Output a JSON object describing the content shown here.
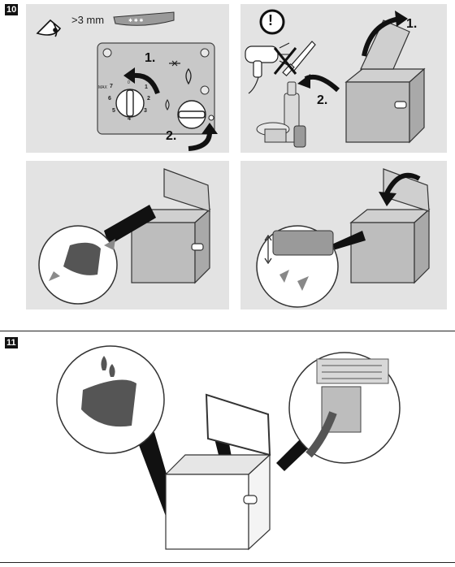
{
  "section_10": {
    "number": "10",
    "panel_top_left": {
      "gap_label": ">3 mm",
      "dial_step_1": "1.",
      "dial_step_2": "2.",
      "scale_max": "MAX",
      "scale_numbers": [
        "7",
        "6",
        "5",
        "4",
        "3",
        "2",
        "1"
      ],
      "scale_zero": "0"
    },
    "panel_top_right": {
      "step_1": "1.",
      "step_2": "2.",
      "warning_glyph": "!"
    }
  },
  "section_11": {
    "number": "11"
  },
  "colors": {
    "panel_bg": "#e3e3e3",
    "box_gray": "#bdbdbd",
    "dark_gray": "#555555",
    "arrow_black": "#111111"
  },
  "icons": [
    "eye-icon",
    "warning-icon",
    "hairdryer-icon",
    "knife-icon",
    "bottle-icon",
    "curved-arrow-icon",
    "cloth-icon",
    "water-drop-icon"
  ]
}
